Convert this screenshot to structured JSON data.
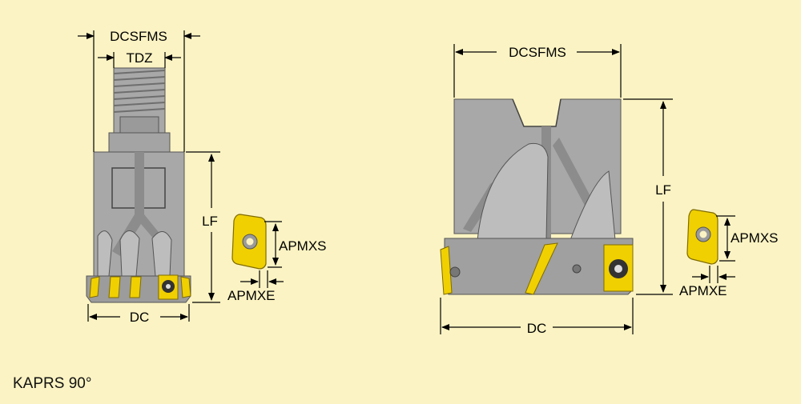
{
  "colors": {
    "background": "#fbf3c3",
    "body": "#a8a8a8",
    "body_dark": "#8c8c8c",
    "body_light": "#bdbdbd",
    "insert": "#f0d000",
    "insert_edge": "#806c00",
    "line": "#000000"
  },
  "left_tool": {
    "dim_overall_dia": "DCSFMS",
    "dim_thread": "TDZ",
    "dim_length": "LF",
    "dim_cut_dia": "DC"
  },
  "left_insert": {
    "dim_width": "APMXS",
    "dim_edge": "APMXE"
  },
  "right_tool": {
    "dim_overall_dia": "DCSFMS",
    "dim_length": "LF",
    "dim_cut_dia": "DC"
  },
  "right_insert": {
    "dim_width": "APMXS",
    "dim_edge": "APMXE"
  },
  "caption": "KAPRS 90°",
  "icons": [
    "screw-icon",
    "insert-icon"
  ]
}
